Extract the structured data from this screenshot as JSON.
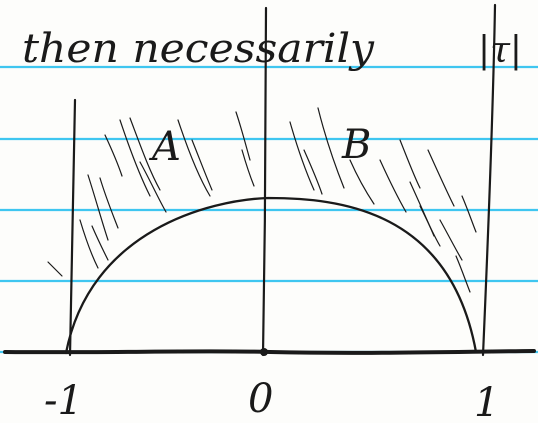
{
  "header_text": "then necessarily",
  "tau_label": "|τ|",
  "region_labels": {
    "left": "A",
    "right": "B"
  },
  "axis_ticks": {
    "minus_one": "-1",
    "zero": "0",
    "one": "1"
  },
  "colors": {
    "ink": "#1a1a1a",
    "paper": "#fdfdfb",
    "ruled_lines": "#3fc6f0"
  }
}
